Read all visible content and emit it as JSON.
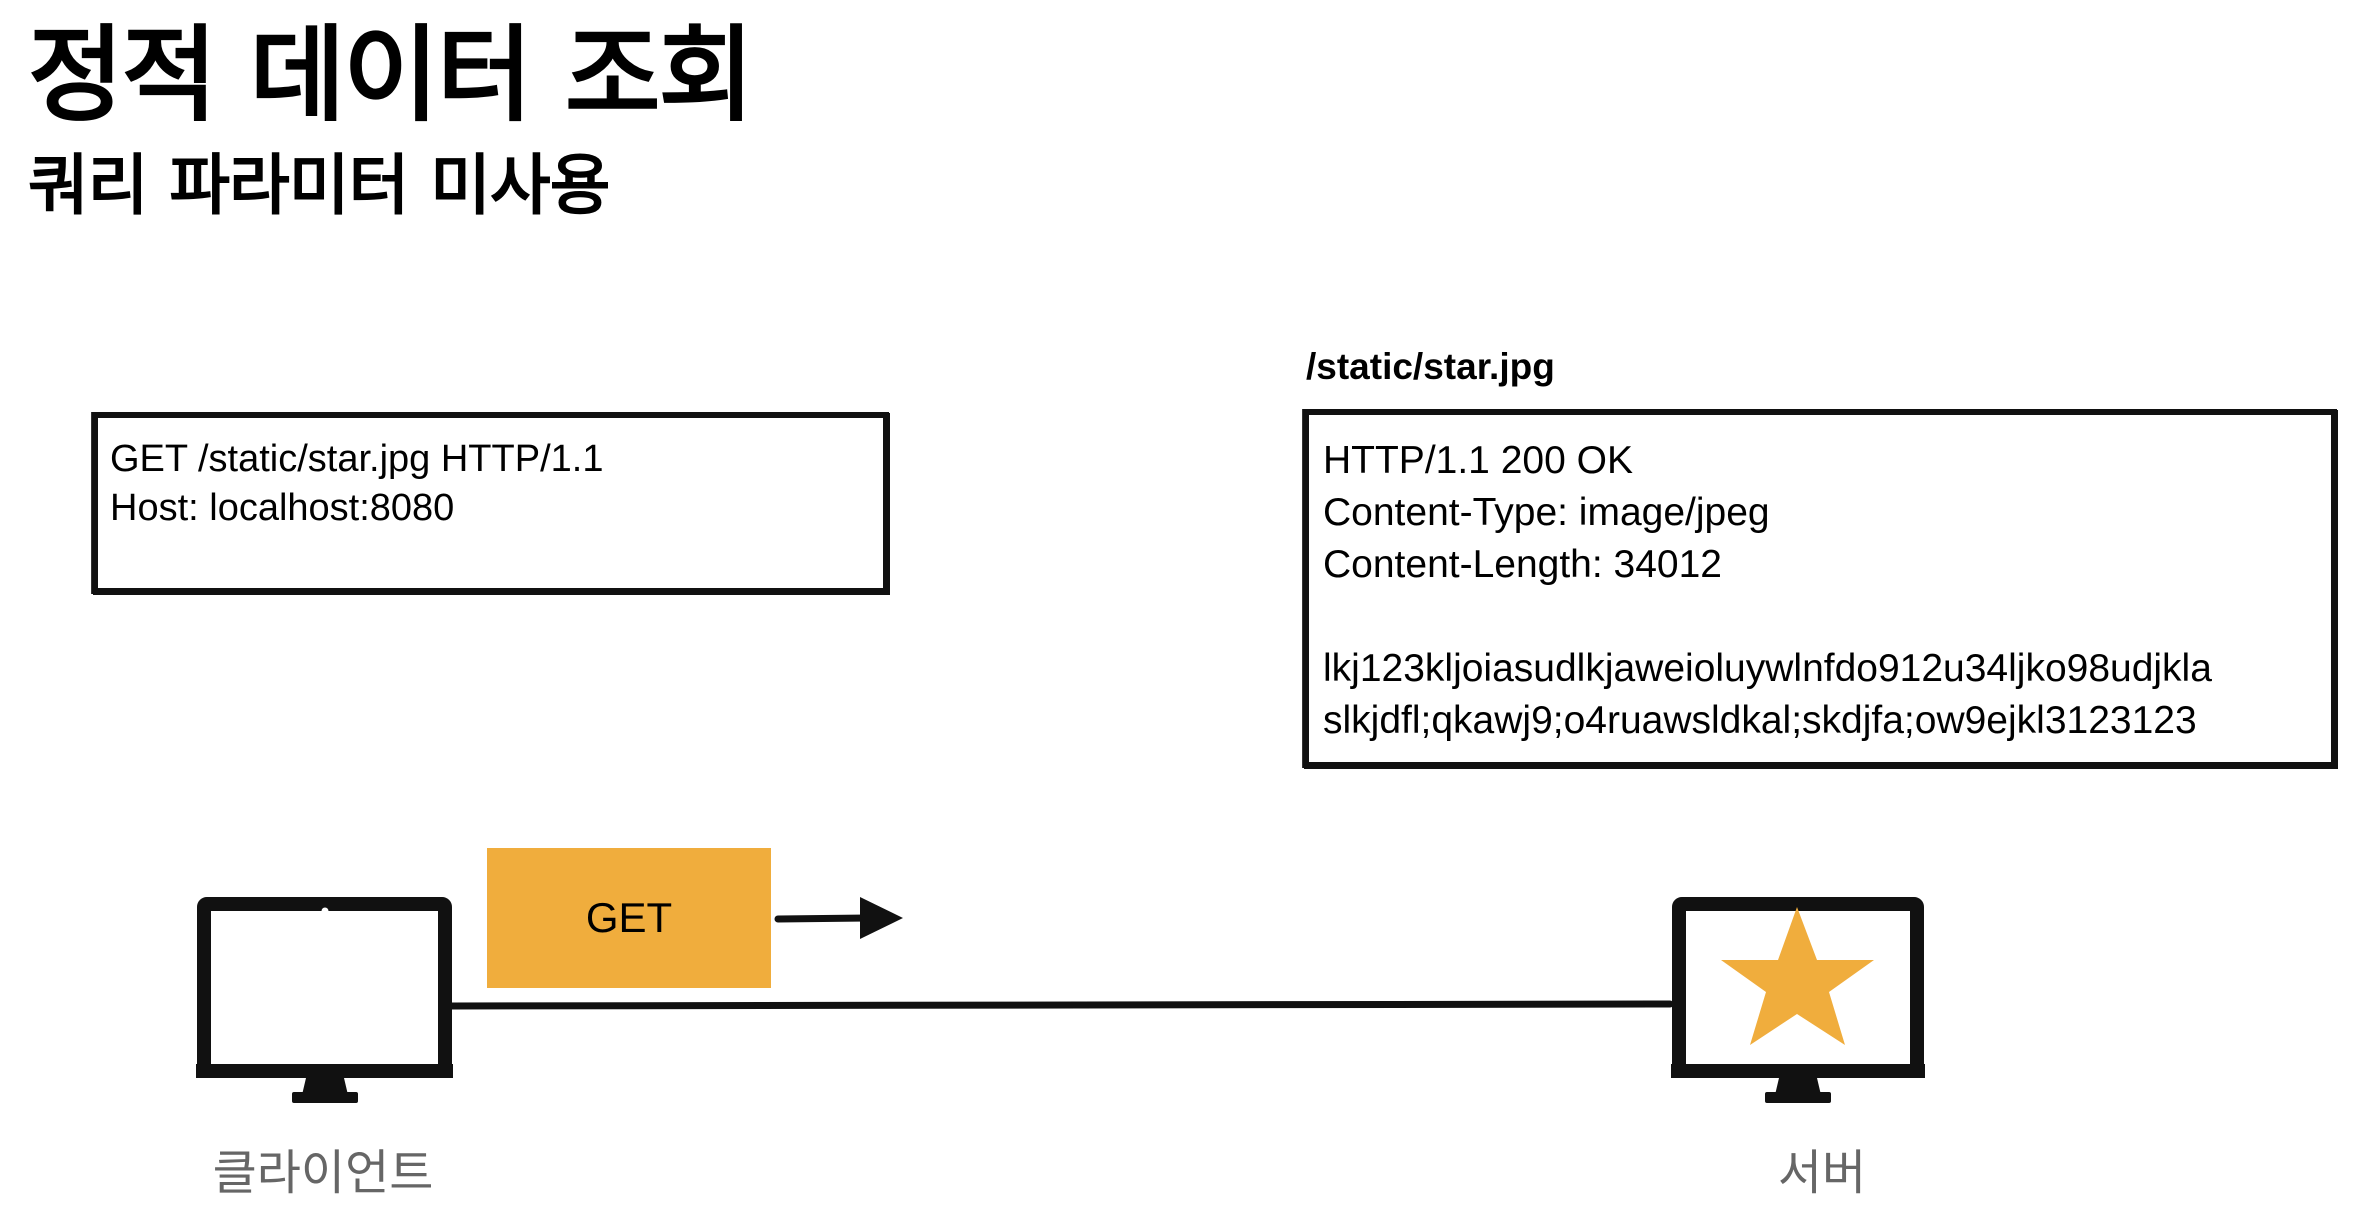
{
  "title": "정적 데이터 조회",
  "subtitle": "쿼리 파라미터 미사용",
  "request": {
    "lines": [
      "GET /static/star.jpg HTTP/1.1",
      "Host: localhost:8080"
    ]
  },
  "response": {
    "resource_label": "/static/star.jpg",
    "lines": [
      "HTTP/1.1 200 OK",
      "Content-Type: image/jpeg",
      "Content-Length: 34012",
      "",
      "lkj123kljoiasudlkjaweioluywlnfdo912u34ljko98udjkla",
      "slkjdfl;qkawj9;o4ruawsldkal;skdjfa;ow9ejkl3123123"
    ]
  },
  "method_badge": "GET",
  "client_label": "클라이언트",
  "server_label": "서버",
  "colors": {
    "accent": "#f0ad3d",
    "label_gray": "#666666",
    "ink": "#111111"
  },
  "icons": {
    "client": "monitor-icon",
    "server": "monitor-icon",
    "server_content": "star-icon",
    "direction": "arrow-right-icon"
  }
}
